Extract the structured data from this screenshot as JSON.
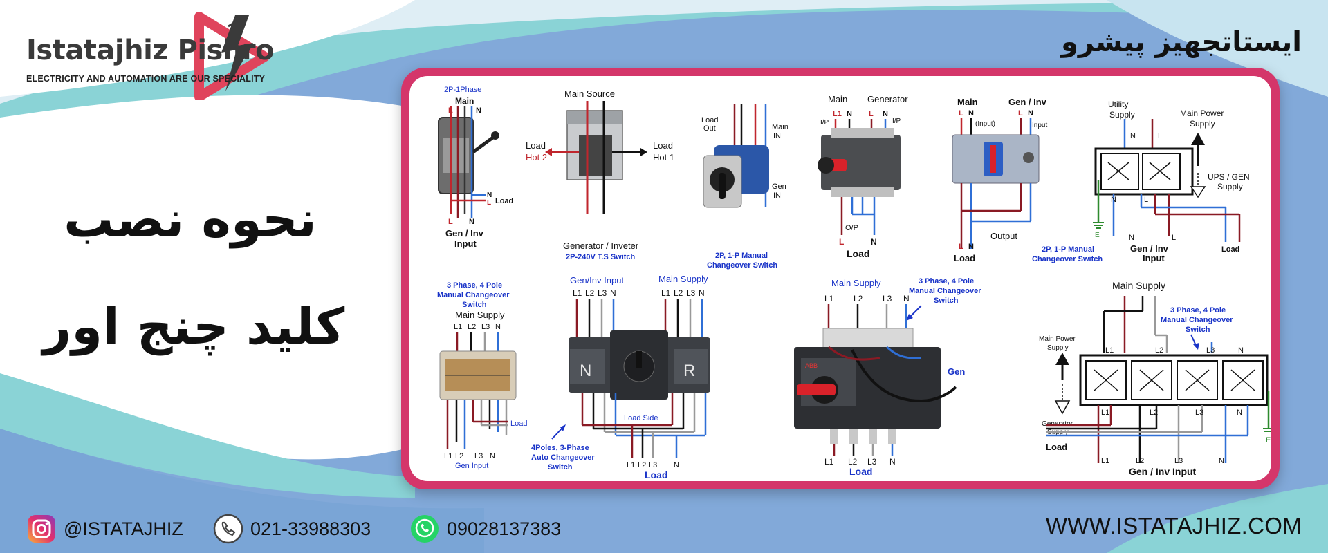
{
  "brand": {
    "name": "Istatajhiz Pishro",
    "tagline": "ELECTRICITY AND AUTOMATION ARE OUR SPECIALITY",
    "persian_name": "ایستاتجهیز پیشرو"
  },
  "headline": {
    "line1": "نحوه نصب",
    "line2": "کلید چنج اور"
  },
  "diagrams": {
    "d1": {
      "title": "2P-1Phase",
      "main": "Main",
      "l": "L",
      "n": "N",
      "load": "Load",
      "gen": "Gen / Inv",
      "input": "Input"
    },
    "d2": {
      "main_source": "Main Source",
      "load_left": "Load",
      "hot2": "Hot 2",
      "load_right": "Load",
      "hot1": "Hot 1",
      "generator": "Generator / Inveter",
      "caption": "2P-240V T.S Switch"
    },
    "d3": {
      "load_out": "Load",
      "out": "Out",
      "main": "Main",
      "in1": "IN",
      "gen": "Gen",
      "in2": "IN",
      "caption1": "2P, 1-P Manual",
      "caption2": "Changeover Switch"
    },
    "d4": {
      "main": "Main",
      "generator": "Generator",
      "ip1": "I/P",
      "ip2": "I/P",
      "op": "O/P",
      "load": "Load"
    },
    "d5": {
      "main": "Main",
      "gen": "Gen / Inv",
      "input_left": "(Input)",
      "input_right": "Input",
      "output": "Output",
      "load": "Load"
    },
    "d6": {
      "utility1": "Utility",
      "utility2": "Supply",
      "mps1": "Main Power",
      "mps2": "Supply",
      "ups1": "UPS / GEN",
      "ups2": "Supply",
      "gen1": "Gen / Inv",
      "gen2": "Input",
      "load": "Load",
      "e": "E",
      "caption1": "2P, 1-P Manual",
      "caption2": "Changeover Switch"
    },
    "d7": {
      "cap1": "3 Phase, 4 Pole",
      "cap2": "Manual Changeover",
      "cap3": "Switch",
      "main_supply": "Main Supply",
      "load": "Load",
      "gen_input": "Gen Input"
    },
    "d8": {
      "gen_inv_input": "Gen/Inv Input",
      "main_supply": "Main Supply",
      "n": "N",
      "r": "R",
      "load_side": "Load Side",
      "cap1": "4Poles, 3-Phase",
      "cap2": "Auto Changeover",
      "cap3": "Switch",
      "load": "Load"
    },
    "d9": {
      "main_supply": "Main Supply",
      "cap1": "3 Phase, 4 Pole",
      "cap2": "Manual Changeover",
      "cap3": "Switch",
      "gen": "Gen",
      "load": "Load",
      "brand": "ABB"
    },
    "d10": {
      "main_supply": "Main Supply",
      "cap1": "3 Phase, 4 Pole",
      "cap2": "Manual Changeover",
      "cap3": "Switch",
      "mps1": "Main Power",
      "mps2": "Supply",
      "gs1": "Generator",
      "gs2": "Supply",
      "load": "Load",
      "gen_inv_input": "Gen / Inv Input",
      "e": "E"
    },
    "phases": {
      "l1": "L1",
      "l2": "L2",
      "l3": "L3",
      "n": "N"
    }
  },
  "footer": {
    "instagram": "@ISTATAJHIZ",
    "phone": "021-33988303",
    "whatsapp": "09028137383",
    "website": "WWW.ISTATAJHIZ.COM"
  },
  "colors": {
    "card_border": "#d4366a",
    "wire_red": "#c0262d",
    "wire_blue": "#2f6fd6",
    "wire_darkred": "#8a1a24",
    "label_blue": "#1a34c8"
  },
  "icons": [
    "instagram-icon",
    "phone-icon",
    "whatsapp-icon",
    "lightning-play-logo-icon"
  ]
}
